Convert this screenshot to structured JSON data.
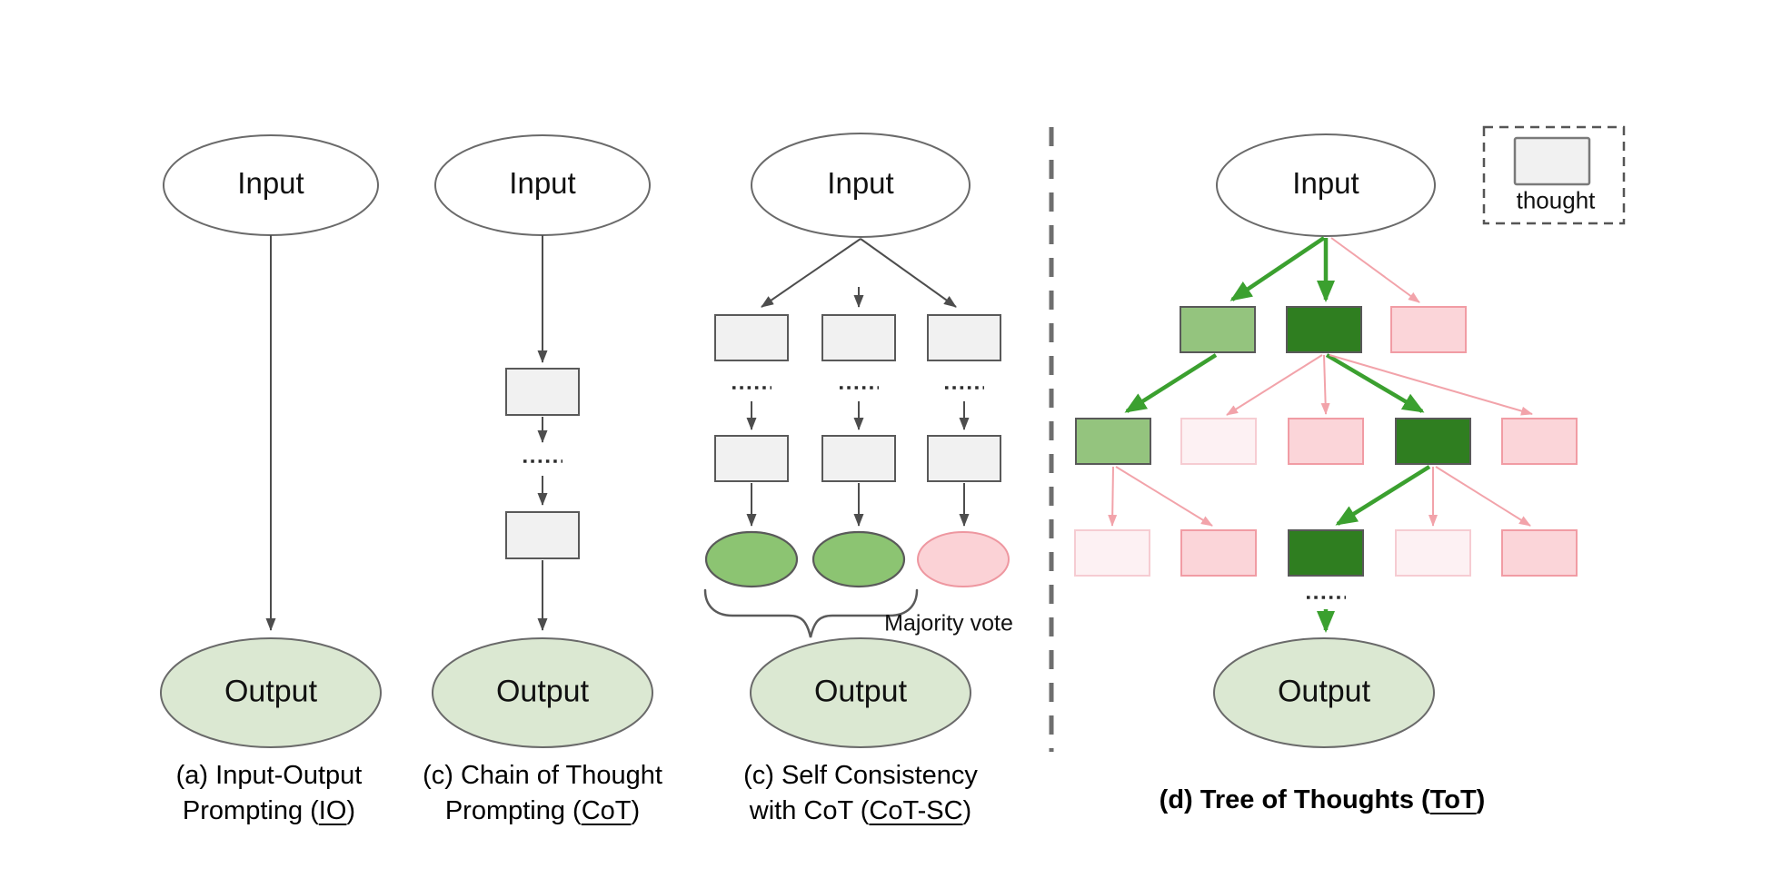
{
  "diagram": {
    "node_labels": {
      "input": "Input",
      "output": "Output"
    },
    "legend": {
      "label": "thought"
    },
    "annotations": {
      "majority_vote": "Majority vote",
      "ellipsis_dots": "......"
    },
    "captions": {
      "io": {
        "line1": "(a) Input-Output",
        "line2_pre": "Prompting (",
        "line2_underlined": "IO",
        "line2_post": ")"
      },
      "cot": {
        "line1": "(c) Chain of Thought",
        "line2_pre": "Prompting (",
        "line2_underlined": "CoT",
        "line2_post": ")"
      },
      "cot_sc": {
        "line1": "(c) Self Consistency",
        "line2_pre": "with CoT (",
        "line2_underlined": "CoT-SC",
        "line2_post": ")"
      },
      "tot": {
        "pre": "(d) Tree of Thoughts (",
        "underlined": "ToT",
        "post": ")"
      }
    },
    "palette": {
      "background": "#ffffff",
      "thought_box_fill": "#f1f1f1",
      "thought_box_stroke": "#595959",
      "green_mid": "#94c47e",
      "green_dark": "#2f7e20",
      "pink_fill": "#fbd5d9",
      "pink_stroke": "#f19ca4",
      "pink_faint_fill": "#fdf1f3",
      "pink_faint_stroke": "#f6ccd2",
      "output_ellipse_fill": "#dbe8d2",
      "input_ellipse_fill": "#ffffff",
      "result_green_fill": "#8cc472",
      "result_pink_fill": "#fbd2d6",
      "arrow_grey": "#4d4d4d",
      "arrow_green": "#3ba02f",
      "arrow_pink": "#f2a3aa",
      "divider_grey": "#6e6e6e",
      "text_black": "#141414"
    }
  }
}
